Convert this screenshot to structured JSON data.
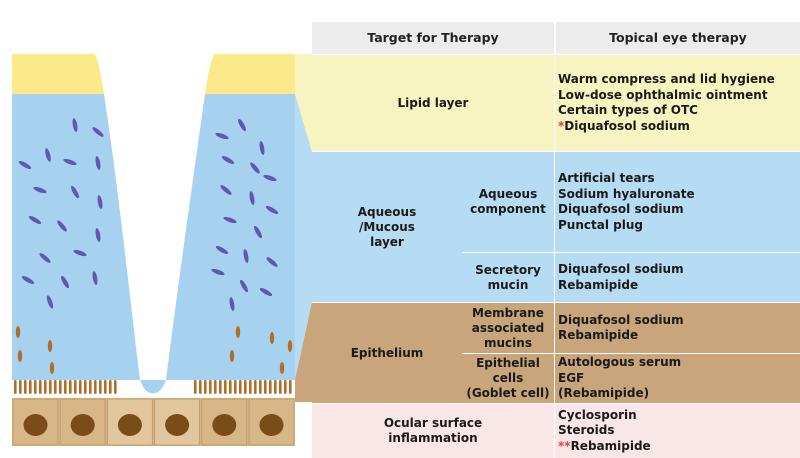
{
  "colors": {
    "lipid": "#f8f4c2",
    "lipid_film": "#fbe98a",
    "aqueous": "#b6dcf4",
    "aqueous_film": "#a6d2f0",
    "epithelium": "#c8a57a",
    "inflammation": "#f9e6e6",
    "header": "#ececec",
    "mucin": "#5e58b0",
    "mucin_tip": "#b06e2a",
    "cell_nucleus": "#7a4c1a",
    "marker": "#e04040"
  },
  "headers": {
    "target": "Target for Therapy",
    "therapy": "Topical eye therapy"
  },
  "sections": [
    {
      "id": "lipid",
      "target": "Lipid layer",
      "therapies": [
        "Warm compress and lid hygiene",
        "Low-dose ophthalmic ointment",
        "Certain types of OTC",
        "Diquafosol sodium"
      ],
      "marked_item": "Diquafosol sodium",
      "marker": "*"
    },
    {
      "id": "aqueous",
      "target": "Aqueous\n/Mucous\nlayer",
      "subs": [
        {
          "label": "Aqueous\ncomponent",
          "therapies": [
            "Artificial tears",
            "Sodium hyaluronate",
            "Diquafosol sodium",
            "Punctal plug"
          ]
        },
        {
          "label": "Secretory\nmucin",
          "therapies": [
            "Diquafosol sodium",
            "Rebamipide"
          ]
        }
      ]
    },
    {
      "id": "epithelium",
      "target": "Epithelium",
      "subs": [
        {
          "label": "Membrane\nassociated\nmucins",
          "therapies": [
            "Diquafosol sodium",
            "Rebamipide"
          ]
        },
        {
          "label": "Epithelial\ncells\n(Goblet cell)",
          "therapies": [
            "Autologous serum",
            "EGF",
            "(Rebamipide)"
          ]
        }
      ]
    },
    {
      "id": "inflammation",
      "target": "Ocular surface\ninflammation",
      "therapies": [
        "Cyclosporin",
        "Steroids",
        "Rebamipide"
      ],
      "marked_item": "Rebamipide",
      "marker": "**"
    }
  ]
}
